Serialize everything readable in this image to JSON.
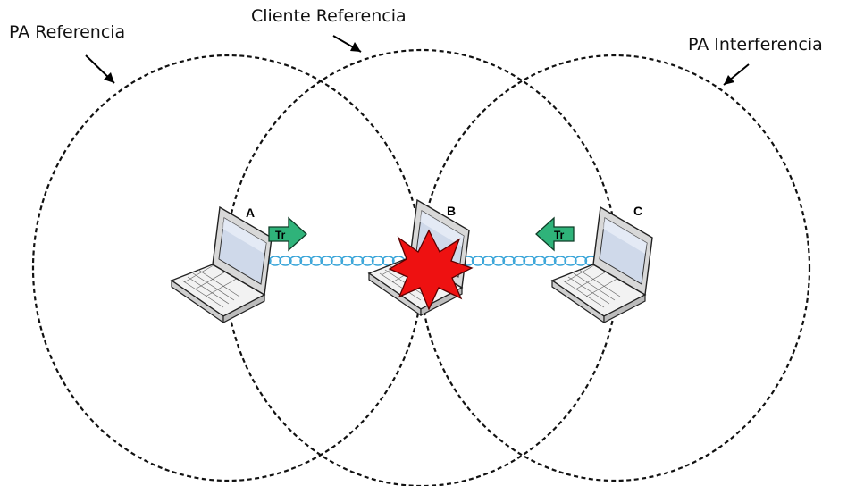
{
  "labels": {
    "pa_reference": "PA Referencia",
    "client_reference": "Cliente Referencia",
    "pa_interference": "PA Interferencia"
  },
  "nodes": {
    "a": "A",
    "b": "B",
    "c": "C"
  },
  "transmissions": {
    "a_label": "Tr",
    "c_label": "Tr"
  },
  "colors": {
    "arrow_fill": "#2fb37a",
    "link": "#37a4d8",
    "collision": "#ee1111",
    "ring": "#111111"
  },
  "icons": {
    "device": "laptop-icon",
    "collision": "collision-burst-icon",
    "transmit": "transmit-arrow-icon"
  }
}
